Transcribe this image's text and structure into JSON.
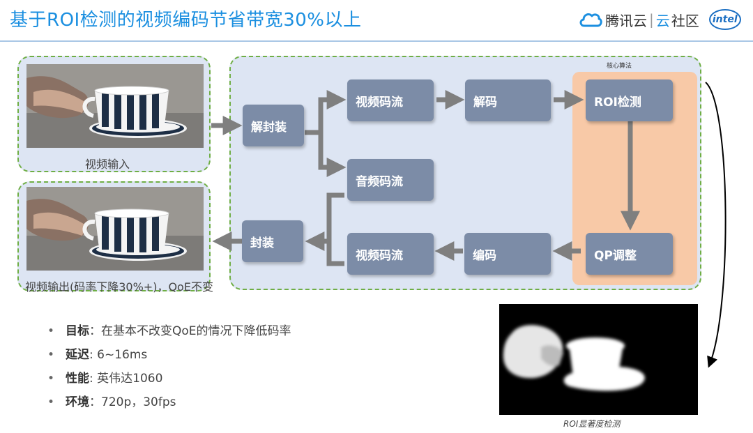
{
  "header": {
    "title": "基于ROI检测的视频编码节省带宽30%以上",
    "brand_name": "腾讯云",
    "brand_sep": "|",
    "brand_suffix": "云",
    "brand_community": "社区",
    "partner_logo": "intel",
    "title_color": "#1b8fe0",
    "cloud_icon_color": "#1b8fe0"
  },
  "diagram": {
    "input_caption": "视频输入",
    "output_caption": "视频输出(码率下降30%+)，QoE不变",
    "core_label": "核心算法",
    "nodes": {
      "demux": "解封装",
      "video_stream_in": "视频码流",
      "audio_stream": "音频码流",
      "decode": "解码",
      "roi_detect": "ROI检测",
      "qp_adjust": "QP调整",
      "encode": "编码",
      "video_stream_out": "视频码流",
      "mux": "封装"
    },
    "colors": {
      "node": "#7c8ca7",
      "panel": "#dde5f3",
      "dash": "#6fae45",
      "core": "#f8c9a7",
      "arrow": "#7f7f7f"
    }
  },
  "bullets": [
    {
      "key": "目标",
      "sep": "：",
      "value": "在基本不改变QoE的情况下降低码率"
    },
    {
      "key": "延迟",
      "sep": ": ",
      "value": "6~16ms"
    },
    {
      "key": "性能",
      "sep": ": ",
      "value": "英伟达1060"
    },
    {
      "key": "环境",
      "sep": "：",
      "value": "720p，30fps"
    }
  ],
  "saliency": {
    "caption": "ROI显著度检测"
  }
}
